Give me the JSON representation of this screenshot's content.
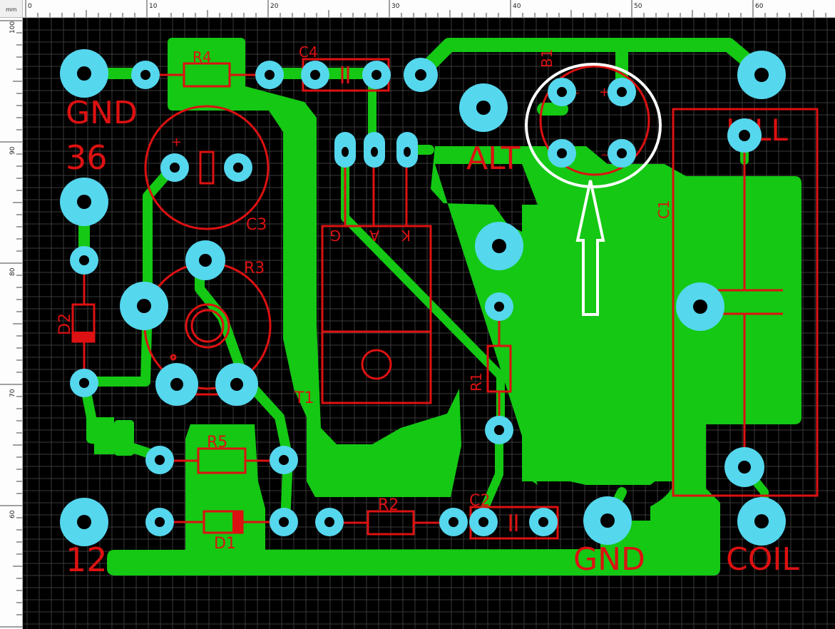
{
  "ruler": {
    "unit_label": "mm",
    "top_ticks": [
      "0",
      "10",
      "20",
      "30",
      "40",
      "50",
      "60"
    ],
    "left_ticks": [
      "100",
      "90",
      "80",
      "70",
      "60"
    ]
  },
  "colors": {
    "board_background": "#000000",
    "copper": "#14c814",
    "pads": "#55d7ee",
    "silkscreen": "#dd1111",
    "annotation": "#ffffff",
    "grid": "#3a3a3a"
  },
  "labels": {
    "gnd_top": "GND",
    "input_36": "36",
    "input_12": "12",
    "gnd_bottom": "GND",
    "coil": "COIL",
    "kill": "KILL",
    "alt": "ALT"
  },
  "components": {
    "r4": "R4",
    "c4": "C4",
    "b1": "B1",
    "c3": "C3",
    "r3": "R3",
    "d2": "D2",
    "t1": "T1",
    "r1": "R1",
    "c1": "C1",
    "r5": "R5",
    "r2": "R2",
    "c2": "C2",
    "d1": "D1",
    "pin_g": "G",
    "pin_a": "A",
    "pin_k": "K",
    "b1_plus": "+",
    "b1_minus": "~",
    "c3_plus": "+"
  },
  "annotation": {
    "type": "circle-with-arrow",
    "target": "B1"
  }
}
